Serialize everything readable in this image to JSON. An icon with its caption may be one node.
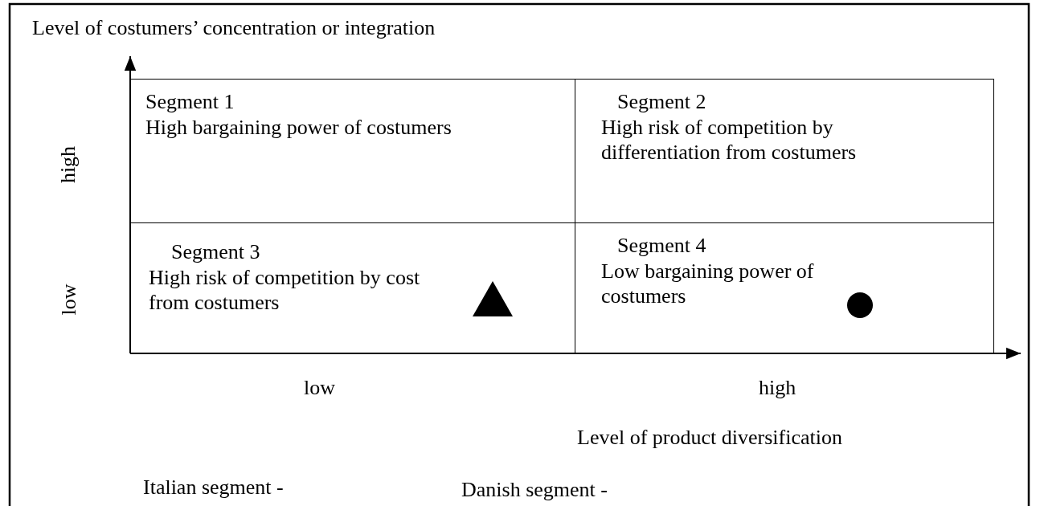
{
  "diagram": {
    "nodes": [
      {
        "text": [
          "Segment 1",
          "High bargaining power of costumers"
        ]
      },
      {
        "text": [
          "Segment 2",
          "High risk of competition by differentiation from costumers"
        ]
      },
      {
        "text": [
          "Segment 3",
          "High risk of competition by cost from costumers"
        ]
      },
      {
        "text": [
          "Segment 4",
          "Low bargaining power of costumers"
        ]
      },
      {
        "text": [],
        "shape": "triangle",
        "in": 2
      },
      {
        "text": [],
        "shape": "circle",
        "in": 3
      }
    ],
    "edges": [],
    "labels": [
      "Level of costumers’ concentration or integration",
      "high",
      "low",
      "low",
      "high",
      "Level of product diversification",
      "Italian segment -",
      "Danish segment -"
    ]
  }
}
